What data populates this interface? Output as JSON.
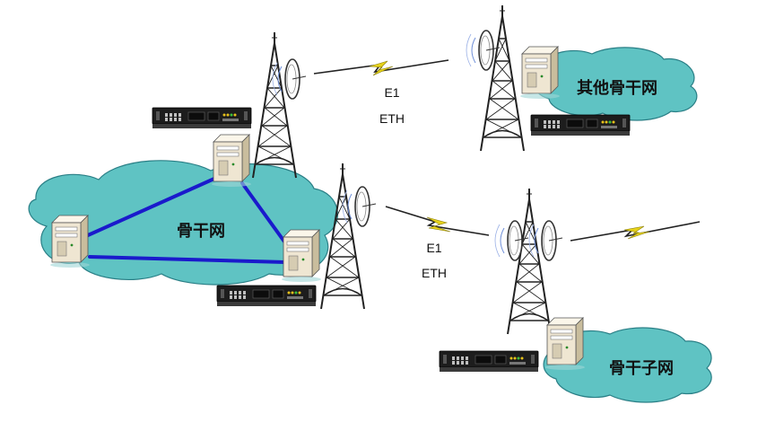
{
  "networks": {
    "backbone": {
      "label": "骨干网"
    },
    "other_backbone": {
      "label": "其他骨干网"
    },
    "sub_backbone": {
      "label": "骨干子网"
    }
  },
  "links": {
    "upper": {
      "line1": "E1",
      "line2": "ETH"
    },
    "lower": {
      "line1": "E1",
      "line2": "ETH"
    }
  },
  "colors": {
    "cloud_fill": "#5fc3c3",
    "cloud_stroke": "#2a7f86",
    "backbone_link": "#1a1acc",
    "radio_wave": "#e6d21a",
    "tower": "#222222",
    "device_body": "#1d1d1d",
    "server_body": "#efe6d2"
  },
  "icons": [
    "tower-icon",
    "server-icon",
    "network-device-icon",
    "radio-wave-icon",
    "cloud-icon"
  ]
}
